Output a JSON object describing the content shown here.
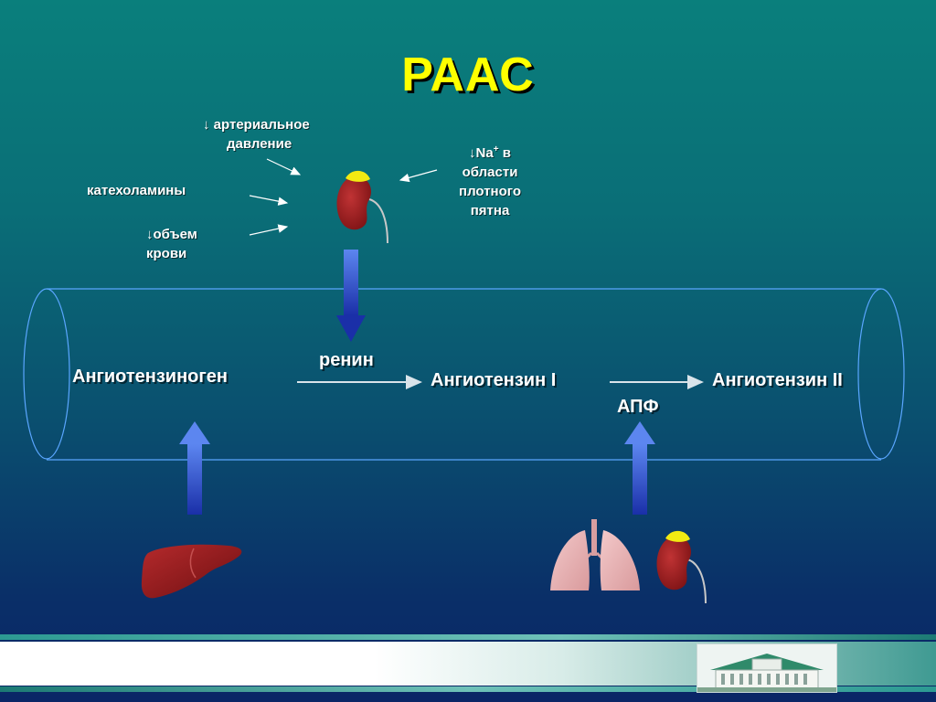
{
  "slide": {
    "title": "РААС"
  },
  "stimuli": {
    "bp": "↓ артериальное давление",
    "catecholamines": "катехоламины",
    "blood_volume": "↓объем крови",
    "sodium": "↓Na+ в области плотного пятна"
  },
  "pathway": {
    "angiotensinogen": "Ангиотензиноген",
    "renin": "ренин",
    "angiotensin_1": "Ангиотензин I",
    "ace": "АПФ",
    "angiotensin_2": "Ангиотензин II"
  },
  "colors": {
    "title": "#ffff00",
    "kidney": "#9a1a1c",
    "kidney_cap": "#f2ea12",
    "liver": "#8c1618",
    "lung": "#e6b0b2",
    "arrow_blue": "#3a5bd8",
    "vessel_outline": "#5aa6ff"
  },
  "icons": [
    "kidney-icon",
    "liver-icon",
    "lungs-icon",
    "building-logo-icon"
  ]
}
